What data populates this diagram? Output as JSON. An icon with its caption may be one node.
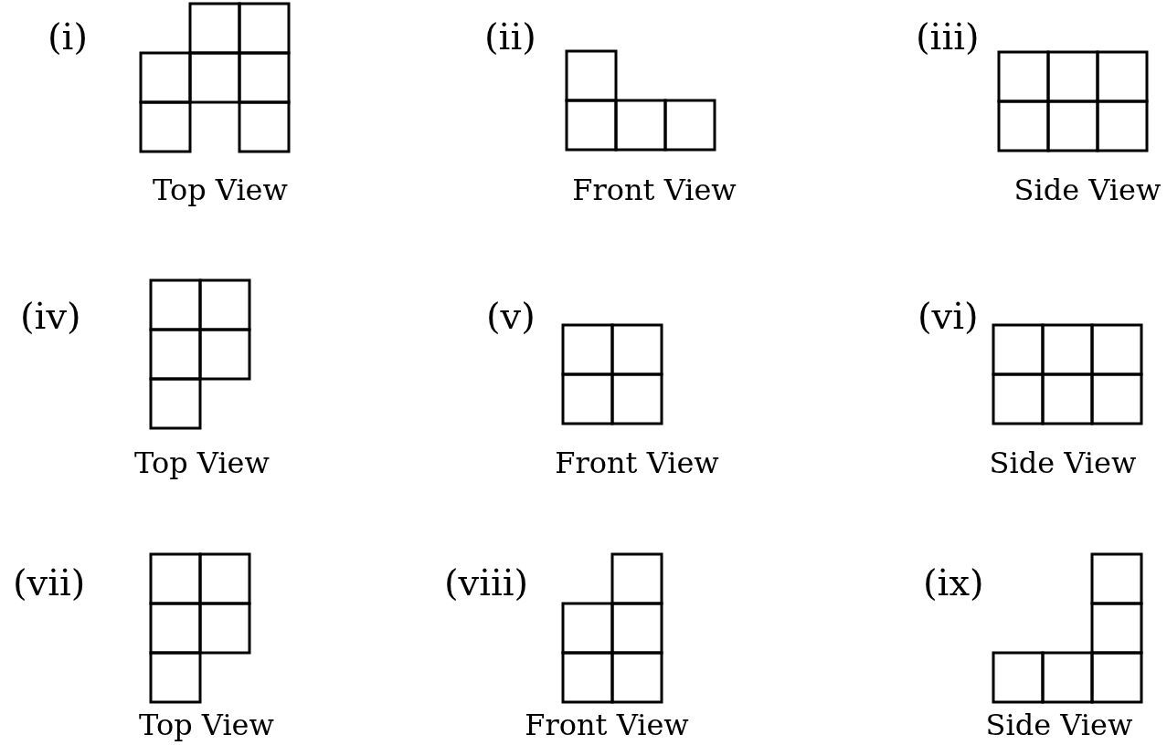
{
  "diagram": {
    "labels": [
      "(i)",
      "(ii)",
      "(iii)",
      "Top View",
      "Front View",
      "Side View",
      "(iv)",
      "(v)",
      "(vi)",
      "Top View",
      "Front View",
      "Side View",
      "(vii)",
      "(viii)",
      "(ix)",
      "Top View",
      "Front View",
      "Side View"
    ]
  }
}
